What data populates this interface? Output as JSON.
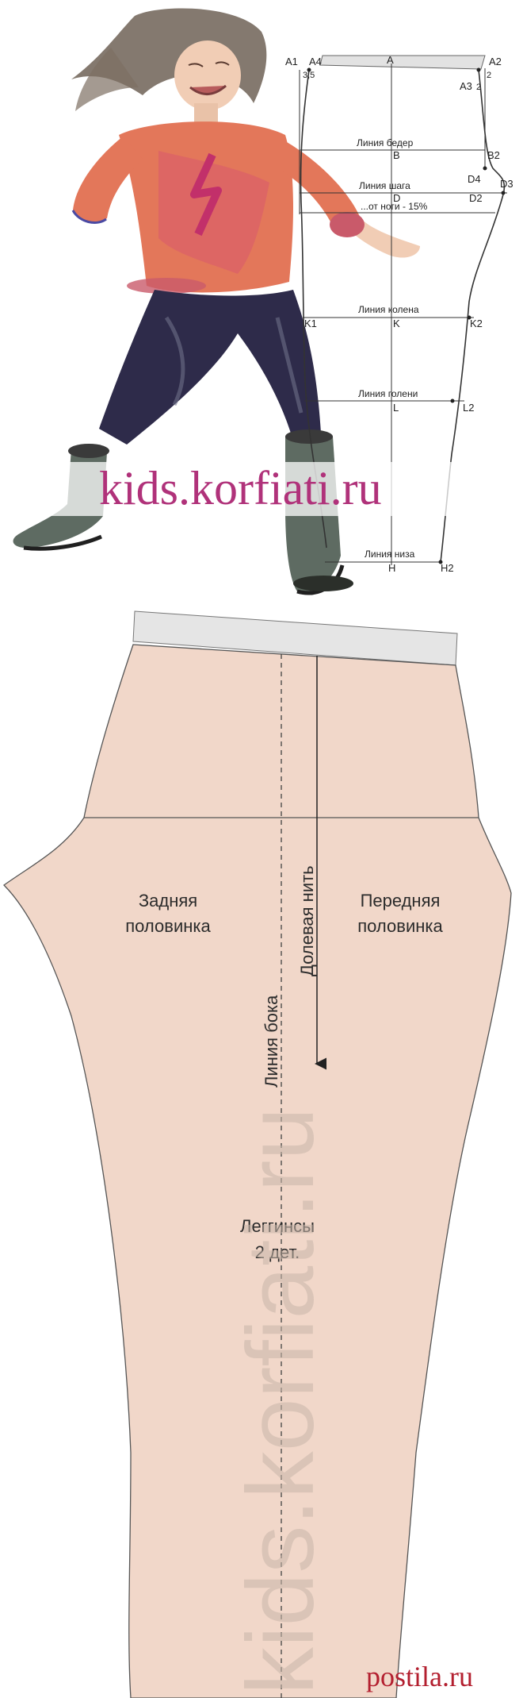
{
  "draft": {
    "points": {
      "a1": "A1",
      "a4": "A4",
      "a": "A",
      "a2": "A2",
      "a3": "A3",
      "b": "B",
      "b2": "B2",
      "d4": "D4",
      "d": "D",
      "d2": "D2",
      "d3": "D3",
      "k1": "K1",
      "k": "K",
      "k2": "K2",
      "l": "L",
      "l2": "L2",
      "h": "H",
      "h2": "H2"
    },
    "measure_35": "3,5",
    "measure_2a": "2",
    "measure_2b": "2",
    "lines": {
      "hips": "Линия бедер",
      "crotch": "Линия шага",
      "leg_reduction": "...от ноги - 15%",
      "knee": "Линия колена",
      "shin": "Линия голени",
      "bottom": "Линия низа"
    }
  },
  "watermark_top": "kids.korfiati.ru",
  "pattern": {
    "back_line1": "Задняя",
    "back_line2": "половинка",
    "front_line1": "Передняя",
    "front_line2": "половинка",
    "grain": "Долевая нить",
    "side": "Линия бока",
    "title_line1": "Леггинсы",
    "title_line2": "2 дет."
  },
  "watermark_vertical": "kids.korfiati.ru",
  "watermark_corner": "postila.ru"
}
